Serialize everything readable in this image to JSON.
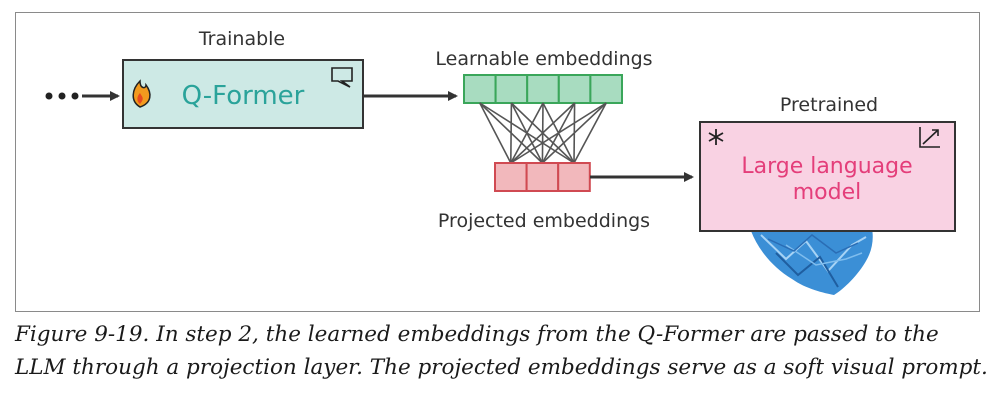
{
  "diagram": {
    "labels": {
      "trainable": "Trainable",
      "qformer": "Q-Former",
      "learnable": "Learnable embeddings",
      "projected": "Projected embeddings",
      "pretrained": "Pretrained",
      "llm_line1": "Large language",
      "llm_line2": "model"
    },
    "learnable_cells": 5,
    "projected_cells": 3,
    "colors": {
      "qformer_fill": "#cde9e5",
      "qformer_text": "#2aa39a",
      "learnable_fill": "#a8dcc0",
      "learnable_stroke": "#3aa65a",
      "projected_fill": "#f2b8bc",
      "projected_stroke": "#d04a52",
      "llm_fill": "#f9d2e3",
      "llm_text": "#e43e7a",
      "arrow": "#333333",
      "brain": "#3b8fd6"
    },
    "icons": [
      "flame-icon",
      "speech-bubble-icon",
      "snowflake-icon",
      "chart-icon",
      "brain-icon"
    ]
  },
  "caption": {
    "line1": "Figure 9-19. In step 2, the learned embeddings from the Q-Former are passed to the",
    "line2": "LLM through a projection layer. The projected embeddings serve as a soft visual prompt."
  }
}
